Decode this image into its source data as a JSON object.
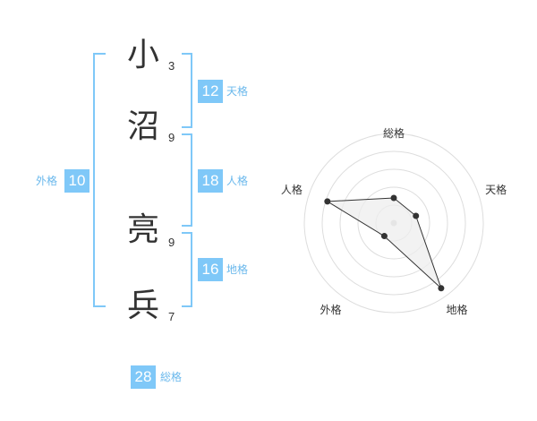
{
  "name": {
    "chars": [
      "小",
      "沼",
      "亮",
      "兵"
    ],
    "strokes": [
      "3",
      "9",
      "9",
      "7"
    ]
  },
  "kakusu": {
    "tenkaku": {
      "value": "12",
      "label": "天格"
    },
    "jinkaku": {
      "value": "18",
      "label": "人格"
    },
    "chikaku": {
      "value": "16",
      "label": "地格"
    },
    "gaikaku": {
      "value": "10",
      "label": "外格"
    },
    "soukaku": {
      "value": "28",
      "label": "総格"
    }
  },
  "radar": {
    "labels": [
      "総格",
      "天格",
      "地格",
      "外格",
      "人格"
    ],
    "levels": 5,
    "values": [
      1.4,
      1.3,
      4.5,
      0.9,
      3.9
    ],
    "colors": {
      "line": "#333333",
      "fill": "#eeeeee",
      "grid": "#dddddd"
    }
  }
}
